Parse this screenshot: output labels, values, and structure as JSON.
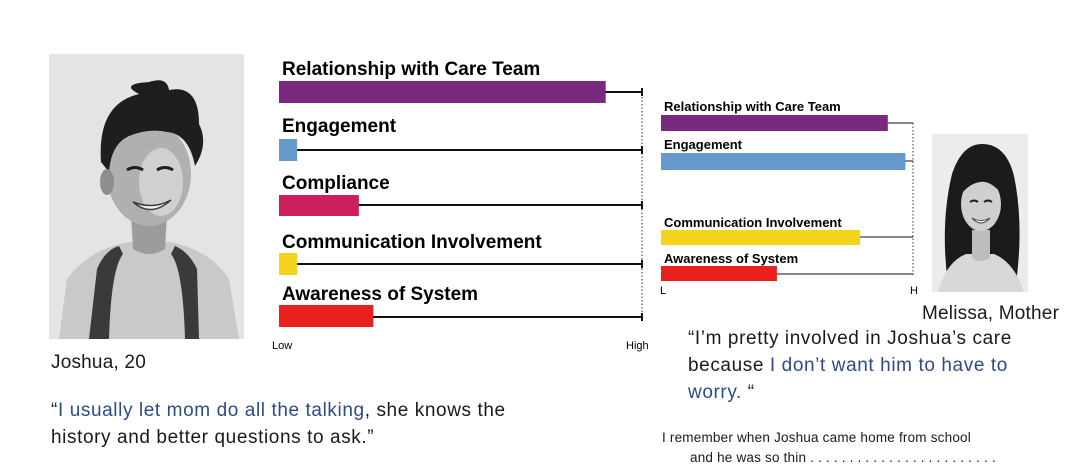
{
  "persona_left": {
    "name": "Joshua, 20",
    "quote_highlight": "I usually let mom do all the talking",
    "quote_rest": ", she knows the history and better questions to ask.”",
    "quote_open": "“",
    "photo": "portrait-photo-young-man-backpack"
  },
  "persona_right": {
    "name": "Melissa, Mother",
    "quote_pre": "“I’m pretty involved in Joshua’s care because ",
    "quote_highlight": "I don’t want him to have to worry.",
    "quote_close": " “",
    "story_line1": "I remember when Joshua came home from school",
    "story_line2": "and he was so thin . . . . . . . . . . . . . . . . . . . . . . . .",
    "photo": "portrait-photo-woman-long-hair"
  },
  "colors": {
    "relationship": "#7a2a7e",
    "engagement": "#6699cc",
    "compliance": "#cc1f5e",
    "communication": "#f6d31b",
    "awareness": "#e8201e",
    "highlight_text": "#2f4a86"
  },
  "chart_data": [
    {
      "type": "bar",
      "orientation": "horizontal",
      "subject": "Joshua, 20",
      "categories": [
        "Relationship with Care Team",
        "Engagement",
        "Compliance",
        "Communication Involvement",
        "Awareness of  System"
      ],
      "values": [
        0.9,
        0.05,
        0.22,
        0.05,
        0.26
      ],
      "scale": [
        0,
        1
      ],
      "x_tick_labels": [
        "Low",
        "High"
      ]
    },
    {
      "type": "bar",
      "orientation": "horizontal",
      "subject": "Melissa, Mother",
      "categories": [
        "Relationship with Care Team",
        "Engagement",
        "Communication Involvement",
        "Awareness of  System"
      ],
      "values": [
        0.9,
        0.97,
        0.79,
        0.46
      ],
      "scale": [
        0,
        1
      ],
      "x_tick_labels": [
        "L",
        "H"
      ]
    }
  ]
}
